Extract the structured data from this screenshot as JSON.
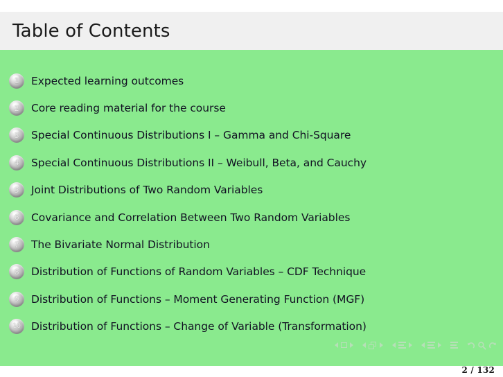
{
  "slide": {
    "title": "Table of Contents",
    "background_color": "#8aea8e",
    "titlebar_color": "#f0f0f0",
    "text_color": "#111122"
  },
  "toc": {
    "items": [
      {
        "number": "1",
        "label": "Expected learning outcomes"
      },
      {
        "number": "2",
        "label": "Core reading material for the course"
      },
      {
        "number": "3",
        "label": "Special Continuous Distributions I – Gamma and Chi-Square"
      },
      {
        "number": "4",
        "label": "Special Continuous Distributions II – Weibull, Beta, and Cauchy"
      },
      {
        "number": "5",
        "label": "Joint Distributions of Two Random Variables"
      },
      {
        "number": "6",
        "label": "Covariance and Correlation Between Two Random Variables"
      },
      {
        "number": "7",
        "label": "The Bivariate Normal Distribution"
      },
      {
        "number": "8",
        "label": "Distribution of Functions of Random Variables – CDF Technique"
      },
      {
        "number": "9",
        "label": "Distribution of Functions – Moment Generating Function (MGF)"
      },
      {
        "number": "10",
        "label": "Distribution of Functions – Change of Variable (Transformation)"
      }
    ]
  },
  "navigation": {
    "icons": [
      "prev-slide-icon",
      "slide-icon",
      "next-slide-icon",
      "prev-frame-icon",
      "frame-icon",
      "next-frame-icon",
      "prev-subsection-icon",
      "subsection-icon",
      "next-subsection-icon",
      "prev-section-icon",
      "section-icon",
      "next-section-icon",
      "presentation-icon",
      "back-icon",
      "search-icon",
      "forward-icon"
    ],
    "symbol_color": "#b7dfb8"
  },
  "footer": {
    "page_number": "2 / 132"
  }
}
